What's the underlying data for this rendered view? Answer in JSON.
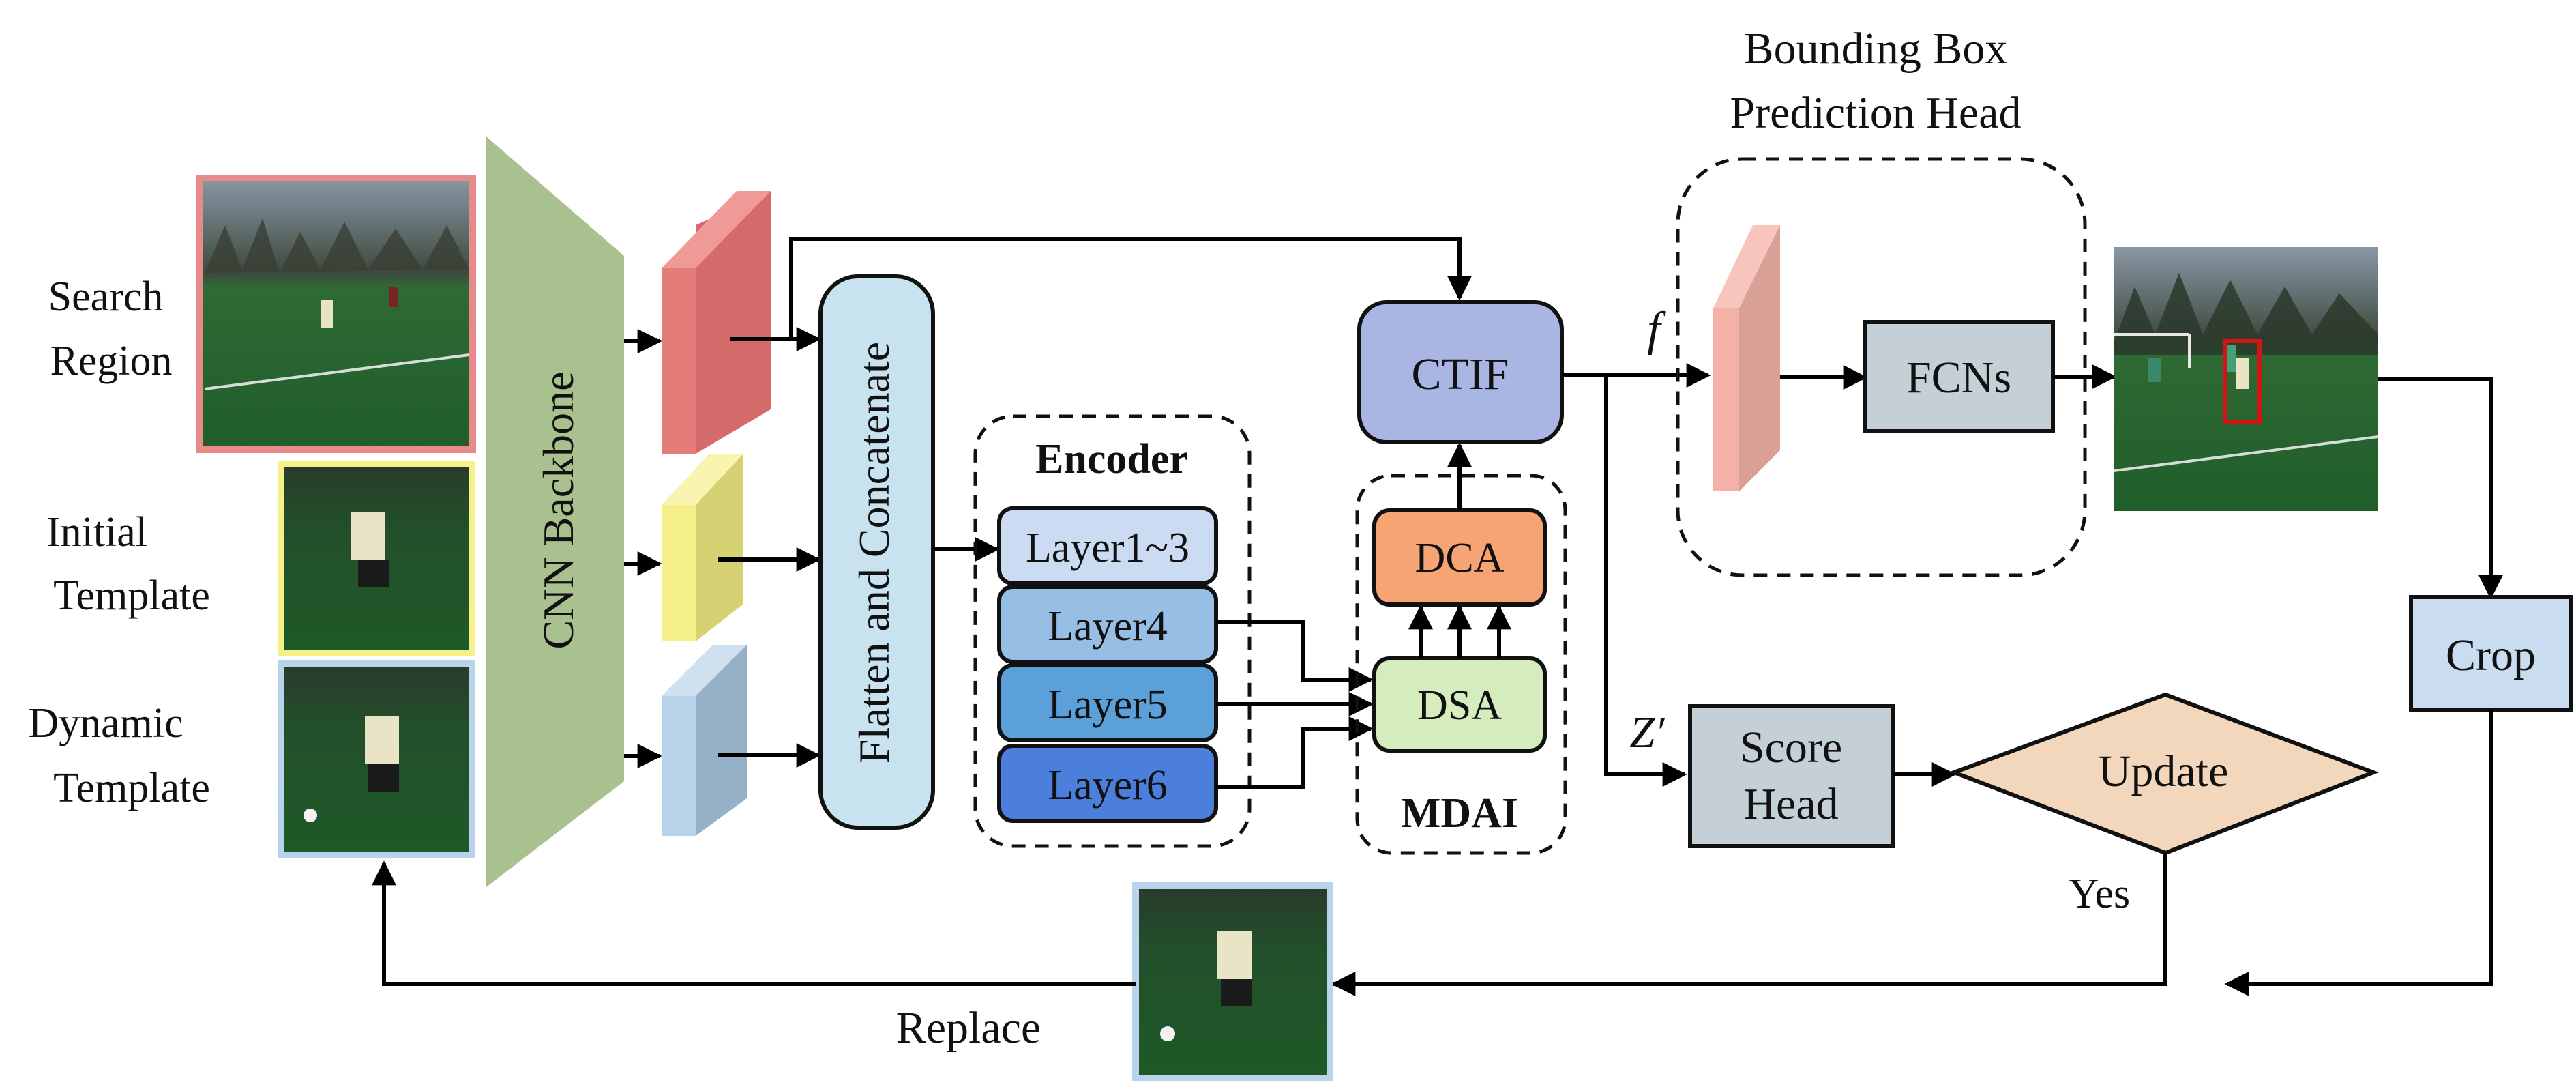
{
  "inputs": {
    "search_region": [
      "Search",
      "Region"
    ],
    "initial_template": [
      "Initial",
      "Template"
    ],
    "dynamic_template": [
      "Dynamic",
      "Template"
    ]
  },
  "backbone": {
    "label": "CNN Backbone"
  },
  "flatten": {
    "label": "Flatten and Concatenate"
  },
  "encoder": {
    "title": "Encoder",
    "layers": [
      "Layer1~3",
      "Layer4",
      "Layer5",
      "Layer6"
    ]
  },
  "mdai": {
    "title": "MDAI",
    "dca": "DCA",
    "dsa": "DSA"
  },
  "ctif": {
    "label": "CTIF"
  },
  "symbols": {
    "f": "f",
    "z": "Z′"
  },
  "bbox_head": {
    "title": [
      "Bounding Box",
      "Prediction Head"
    ],
    "fcns": "FCNs"
  },
  "score_head": {
    "label": [
      "Score",
      "Head"
    ]
  },
  "update": {
    "label": "Update",
    "yes": "Yes"
  },
  "crop": {
    "label": "Crop"
  },
  "replace": {
    "label": "Replace"
  },
  "colors": {
    "backbone": "#a9c08f",
    "search_feat": "#e67c7a",
    "initial_feat": "#f6f08a",
    "dynamic_feat": "#b9d3ea",
    "flatten": "#c8e3ef",
    "ctif": "#a9b6e3",
    "dca": "#f6a473",
    "dsa": "#d4ecbe",
    "fcns": "#c4d0d6",
    "score": "#c4d0d6",
    "update": "#f2d7bc",
    "crop": "#c9dcf0",
    "layer1": "#cbdcf2",
    "layer4": "#97bfe6",
    "layer5": "#5ca0d9",
    "layer6": "#4c7fdc",
    "bbox_feat": "#f3b1a7"
  }
}
